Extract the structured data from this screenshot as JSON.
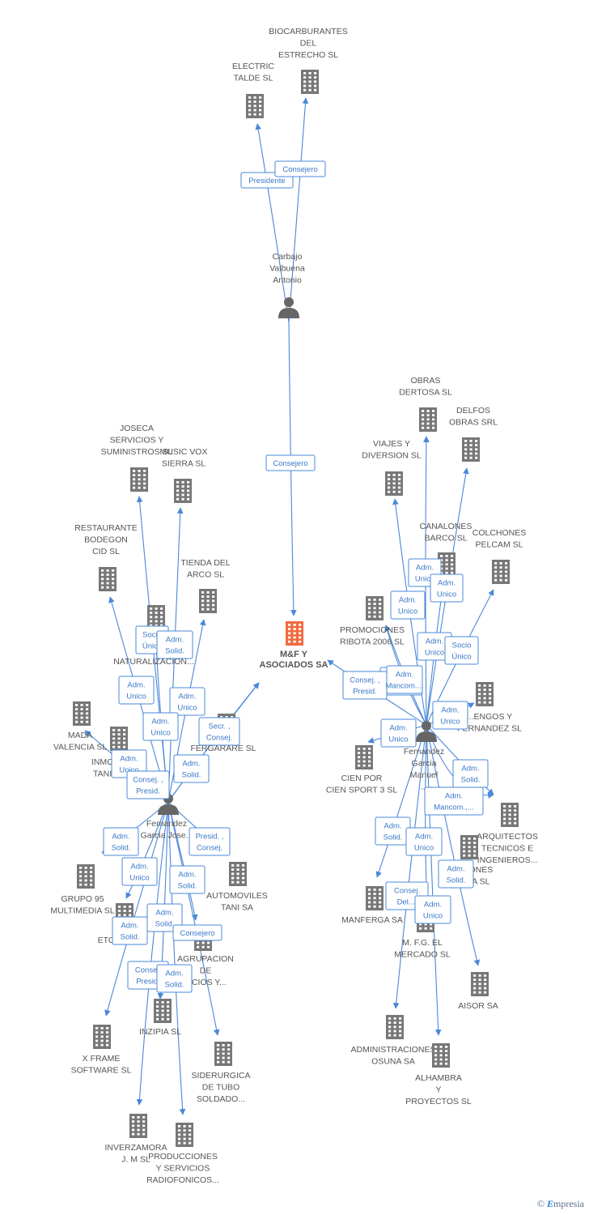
{
  "colors": {
    "accent": "#4a88d8",
    "company": "#777777",
    "main": "#f26a3d",
    "person": "#666666"
  },
  "footer": {
    "copyright": "©",
    "brand_e": "E",
    "brand_rest": "mpresia"
  },
  "nodes": [
    {
      "id": "main",
      "type": "main",
      "lines": [
        "M&F Y",
        "ASOCIADOS SA"
      ]
    },
    {
      "id": "carbajo",
      "type": "person",
      "lines": [
        "Carbajo",
        "Valbuena",
        "Antonio"
      ]
    },
    {
      "id": "fgjose",
      "type": "person",
      "lines": [
        "Fernandez",
        "Garcia Jose..."
      ]
    },
    {
      "id": "fgmanuel",
      "type": "person",
      "lines": [
        "Fernandez",
        "Garcia",
        "Manuel",
        "..."
      ]
    },
    {
      "id": "bio",
      "type": "company",
      "lines": [
        "BIOCARBURANTES",
        "DEL",
        "ESTRECHO SL"
      ]
    },
    {
      "id": "electric",
      "type": "company",
      "lines": [
        "ELECTRIC",
        "TALDE SL"
      ]
    },
    {
      "id": "joseca",
      "type": "company",
      "lines": [
        "JOSECA",
        "SERVICIOS Y",
        "SUMINISTROS SL"
      ]
    },
    {
      "id": "music",
      "type": "company",
      "lines": [
        "MUSIC VOX",
        "SIERRA  SL"
      ]
    },
    {
      "id": "restaurante",
      "type": "company",
      "lines": [
        "RESTAURANTE",
        "BODEGON",
        "CID SL"
      ]
    },
    {
      "id": "tienda",
      "type": "company",
      "lines": [
        "TIENDA DEL",
        "ARCO SL"
      ]
    },
    {
      "id": "hid",
      "type": "company",
      "lines": [
        "HID...",
        "DE",
        "NATURALIZACION..."
      ]
    },
    {
      "id": "mada",
      "type": "company",
      "lines": [
        "MADA",
        "VALENCIA SL"
      ]
    },
    {
      "id": "inmo",
      "type": "company",
      "lines": [
        "INMO...",
        "TANI..."
      ]
    },
    {
      "id": "fergarare",
      "type": "company",
      "lines": [
        "FERGARARE SL"
      ]
    },
    {
      "id": "grupo95",
      "type": "company",
      "lines": [
        "GRUPO 95",
        "MULTIMEDIA SL"
      ]
    },
    {
      "id": "etols",
      "type": "company",
      "lines": [
        "ETOLS... SL"
      ]
    },
    {
      "id": "automoviles",
      "type": "company",
      "lines": [
        "AUTOMOVILES",
        "TANI SA"
      ]
    },
    {
      "id": "agrupacion",
      "type": "company",
      "lines": [
        "AGRUPACION",
        "DE",
        "...CIOS Y..."
      ]
    },
    {
      "id": "inzipia",
      "type": "company",
      "lines": [
        "INZIPIA SL"
      ]
    },
    {
      "id": "xframe",
      "type": "company",
      "lines": [
        "X FRAME",
        "SOFTWARE SL"
      ]
    },
    {
      "id": "siderurgica",
      "type": "company",
      "lines": [
        "SIDERURGICA",
        "DE TUBO",
        "SOLDADO..."
      ]
    },
    {
      "id": "inverzamora",
      "type": "company",
      "lines": [
        "INVERZAMORA",
        "J. M SL"
      ]
    },
    {
      "id": "producciones",
      "type": "company",
      "lines": [
        "PRODUCCIONES",
        "Y SERVICIOS",
        "RADIOFONICOS..."
      ]
    },
    {
      "id": "obras",
      "type": "company",
      "lines": [
        "OBRAS",
        "DERTOSA SL"
      ]
    },
    {
      "id": "delfos",
      "type": "company",
      "lines": [
        "DELFOS",
        "OBRAS SRL"
      ]
    },
    {
      "id": "viajes",
      "type": "company",
      "lines": [
        "VIAJES Y",
        "DIVERSION SL"
      ]
    },
    {
      "id": "canalones",
      "type": "company",
      "lines": [
        "CANALONES",
        "BARCO SL"
      ]
    },
    {
      "id": "colchones",
      "type": "company",
      "lines": [
        "COLCHONES",
        "PELCAM SL"
      ]
    },
    {
      "id": "promociones",
      "type": "company",
      "lines": [
        "PROMOCIONES",
        "RIBOTA 2006 SL"
      ]
    },
    {
      "id": "engos",
      "type": "company",
      "lines": [
        "...ENGOS Y",
        "FERNANDEZ SL"
      ]
    },
    {
      "id": "cienpor",
      "type": "company",
      "lines": [
        "CIEN POR",
        "CIEN SPORT 3 SL"
      ]
    },
    {
      "id": "arquitectos",
      "type": "company",
      "lines": [
        "ARQUITECTOS",
        "TECNICOS E",
        "INGENIEROS..."
      ]
    },
    {
      "id": "ones",
      "type": "company",
      "lines": [
        "...ONES",
        "...A  SL"
      ]
    },
    {
      "id": "manferga",
      "type": "company",
      "lines": [
        "MANFERGA SA"
      ]
    },
    {
      "id": "mfg",
      "type": "company",
      "lines": [
        "M. F.G. EL",
        "MERCADO SL"
      ]
    },
    {
      "id": "aisor",
      "type": "company",
      "lines": [
        "AISOR SA"
      ]
    },
    {
      "id": "administraciones",
      "type": "company",
      "lines": [
        "ADMINISTRACIONES",
        "OSUNA SA"
      ]
    },
    {
      "id": "alhambra",
      "type": "company",
      "lines": [
        "ALHAMBRA",
        "Y",
        "PROYECTOS SL"
      ]
    }
  ],
  "relations": [
    {
      "id": "r1",
      "lines": [
        "Presidente"
      ]
    },
    {
      "id": "r2",
      "lines": [
        "Consejero"
      ]
    },
    {
      "id": "r3",
      "lines": [
        "Consejero"
      ]
    },
    {
      "id": "r4",
      "lines": [
        "Socio",
        "Único"
      ]
    },
    {
      "id": "r5",
      "lines": [
        "Adm.",
        "Solid."
      ]
    },
    {
      "id": "r6",
      "lines": [
        "Adm.",
        "Unico"
      ]
    },
    {
      "id": "r7",
      "lines": [
        "Adm.",
        "Unico"
      ]
    },
    {
      "id": "r8",
      "lines": [
        "Adm.",
        "Unico"
      ]
    },
    {
      "id": "r9",
      "lines": [
        "Secr. ,",
        "Consej."
      ]
    },
    {
      "id": "r10",
      "lines": [
        "Adm.",
        "Solid."
      ]
    },
    {
      "id": "r11",
      "lines": [
        "Adm.",
        "Unico"
      ]
    },
    {
      "id": "r12",
      "lines": [
        "Consej. ,",
        "Presid."
      ]
    },
    {
      "id": "r13",
      "lines": [
        "Adm.",
        "Solid."
      ]
    },
    {
      "id": "r14",
      "lines": [
        "Presid. ,",
        "Consej."
      ]
    },
    {
      "id": "r15",
      "lines": [
        "Adm.",
        "Unico"
      ]
    },
    {
      "id": "r16",
      "lines": [
        "Adm.",
        "Solid."
      ]
    },
    {
      "id": "r17",
      "lines": [
        "Adm.",
        "Solid."
      ]
    },
    {
      "id": "r18",
      "lines": [
        "Adm.",
        "Solid."
      ]
    },
    {
      "id": "r19",
      "lines": [
        "Consejero"
      ]
    },
    {
      "id": "r20",
      "lines": [
        "Consej.",
        "Presid."
      ]
    },
    {
      "id": "r21",
      "lines": [
        "Adm.",
        "Solid."
      ]
    },
    {
      "id": "r22",
      "lines": [
        "Adm.",
        "Unico"
      ]
    },
    {
      "id": "r23",
      "lines": [
        "Adm.",
        "Unico"
      ]
    },
    {
      "id": "r24",
      "lines": [
        "Adm.",
        "Unico"
      ]
    },
    {
      "id": "r25",
      "lines": [
        "Adm.",
        "Unico"
      ]
    },
    {
      "id": "r26",
      "lines": [
        "Adm.",
        "Unico"
      ]
    },
    {
      "id": "r27",
      "lines": [
        "Socio",
        "Único"
      ]
    },
    {
      "id": "r28",
      "lines": [
        "Consej. ,",
        "Presid."
      ]
    },
    {
      "id": "r29",
      "lines": [
        "Adm.",
        "Mancom...."
      ]
    },
    {
      "id": "r30",
      "lines": [
        "Adm.",
        "Unico"
      ]
    },
    {
      "id": "r31",
      "lines": [
        "Adm.",
        "Unico"
      ]
    },
    {
      "id": "r32",
      "lines": [
        "Adm.",
        "Solid."
      ]
    },
    {
      "id": "r33",
      "lines": [
        "Adm.",
        "Mancom.,..."
      ]
    },
    {
      "id": "r34",
      "lines": [
        "Adm.",
        "Solid."
      ]
    },
    {
      "id": "r35",
      "lines": [
        "Adm.",
        "Unico"
      ]
    },
    {
      "id": "r36",
      "lines": [
        "Adm.",
        "Solid."
      ]
    },
    {
      "id": "r37",
      "lines": [
        "Consej.",
        "Del...."
      ]
    },
    {
      "id": "r38",
      "lines": [
        "Adm.",
        "Unico"
      ]
    }
  ]
}
